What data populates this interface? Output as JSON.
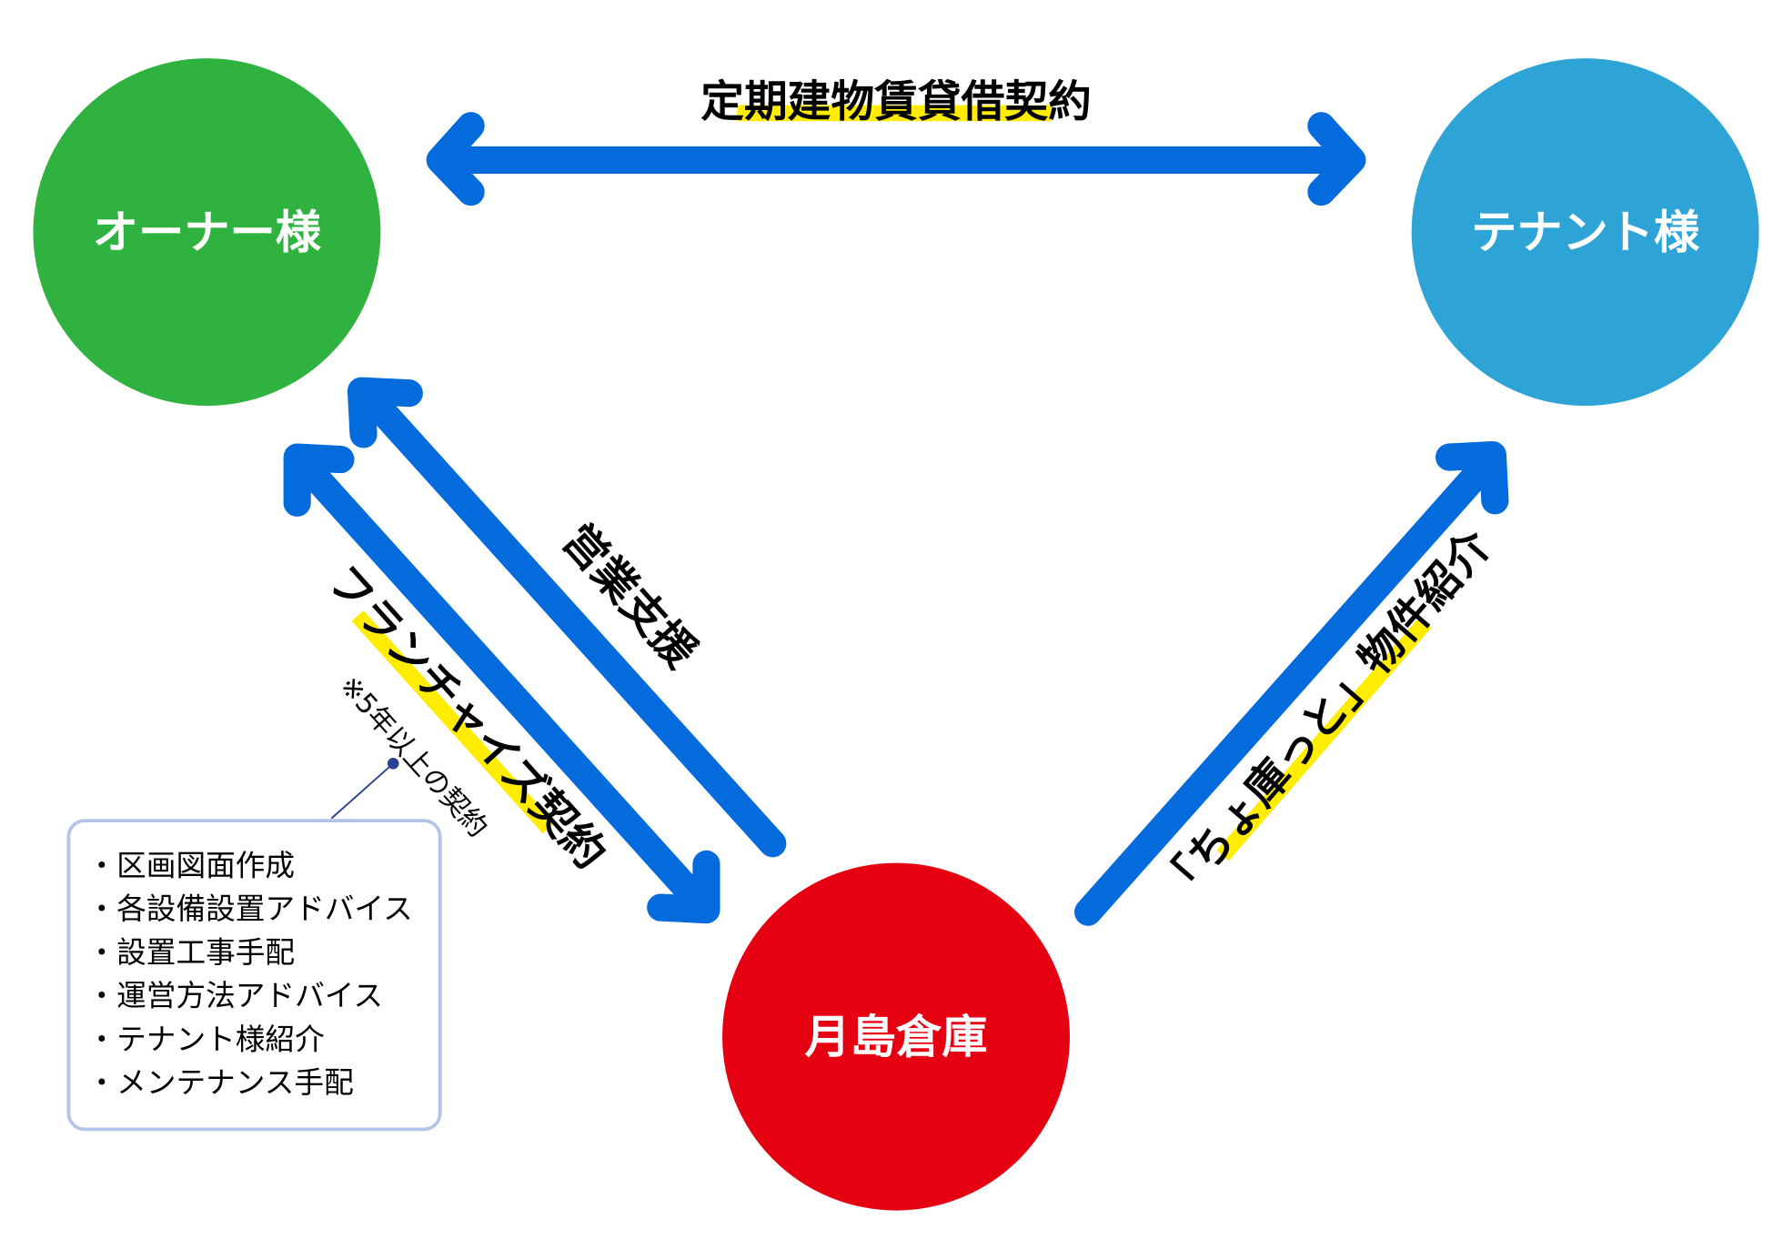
{
  "nodes": {
    "owner": {
      "label": "オーナー様",
      "color": "#2fb23f"
    },
    "tenant": {
      "label": "テナント様",
      "color": "#2ea3d6"
    },
    "tsukishima": {
      "label": "月島倉庫",
      "color": "#e50012"
    }
  },
  "edges": {
    "lease": "定期建物賃貸借契約",
    "sales_support": "営業支援",
    "franchise": "フランチャイズ契約",
    "franchise_note": "※5年以上の契約",
    "property_intro": "「ちょ庫っと」物件紹介"
  },
  "services": [
    "・区画図面作成",
    "・各設備設置アドバイス",
    "・設置工事手配",
    "・運営方法アドバイス",
    "・テナント様紹介",
    "・メンテナンス手配"
  ],
  "colors": {
    "arrow": "#046bdc",
    "highlight": "#ffec00",
    "box_border": "#b4c4e8"
  }
}
